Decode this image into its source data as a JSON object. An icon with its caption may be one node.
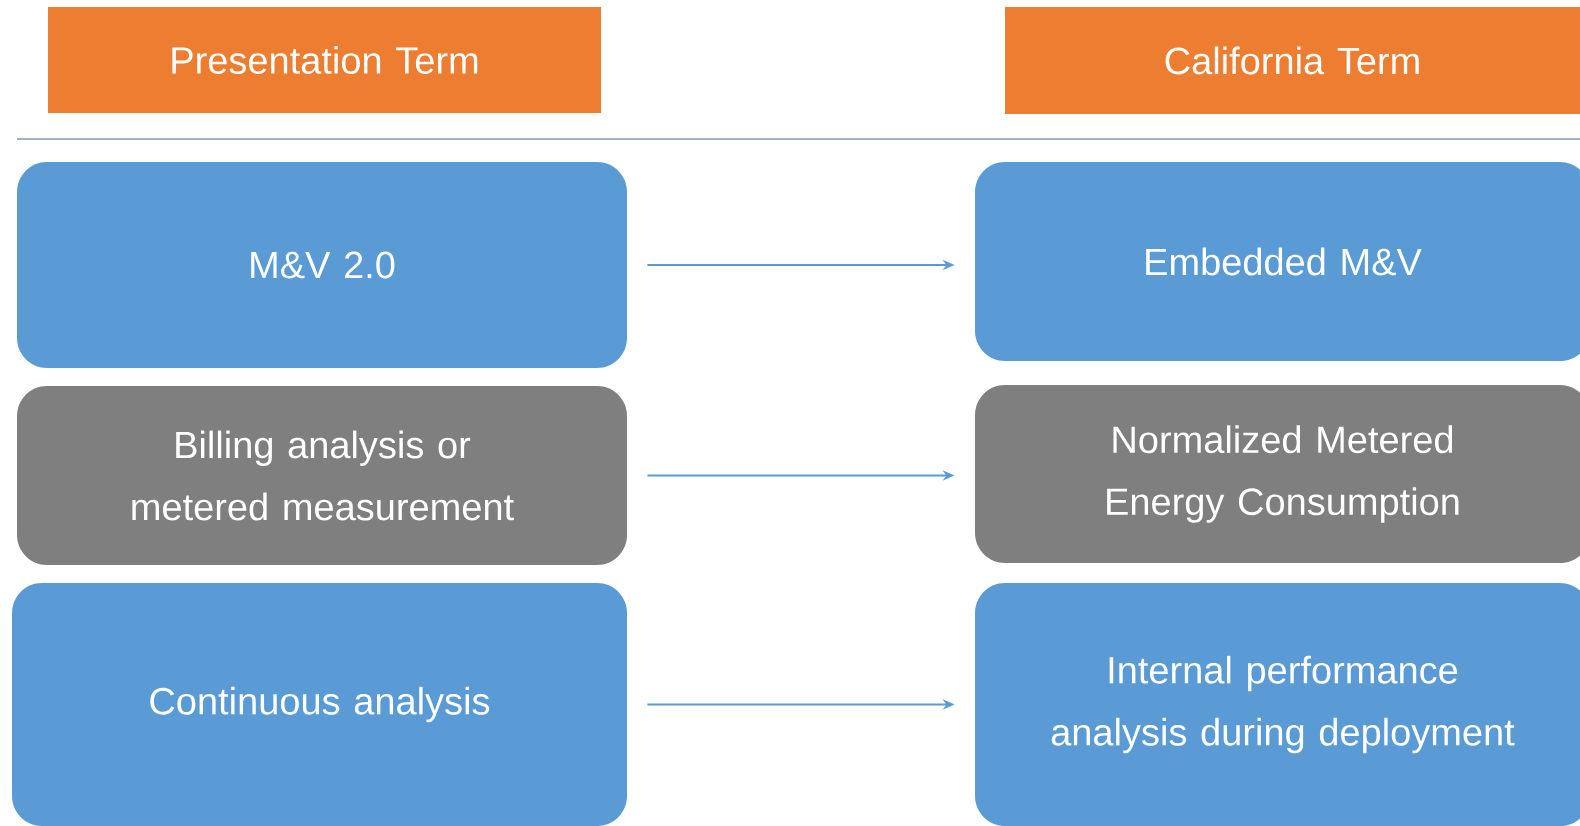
{
  "diagram": {
    "nodes": [
      {
        "text": [
          "Presentation Term"
        ]
      },
      {
        "text": [
          "California Term"
        ]
      },
      {
        "text": [
          "M&V 2.0"
        ]
      },
      {
        "text": [
          "Embedded M&V"
        ]
      },
      {
        "text": [
          "Billing analysis or metered measurement"
        ]
      },
      {
        "text": [
          "Normalized Metered Energy Consumption"
        ]
      },
      {
        "text": [
          "Continuous analysis"
        ]
      },
      {
        "text": [
          "Internal performance analysis during deployment"
        ]
      }
    ],
    "edges": [
      {
        "from": 2,
        "to": 3,
        "arrow": "to"
      },
      {
        "from": 4,
        "to": 5,
        "arrow": "to"
      },
      {
        "from": 6,
        "to": 7,
        "arrow": "to"
      }
    ]
  }
}
